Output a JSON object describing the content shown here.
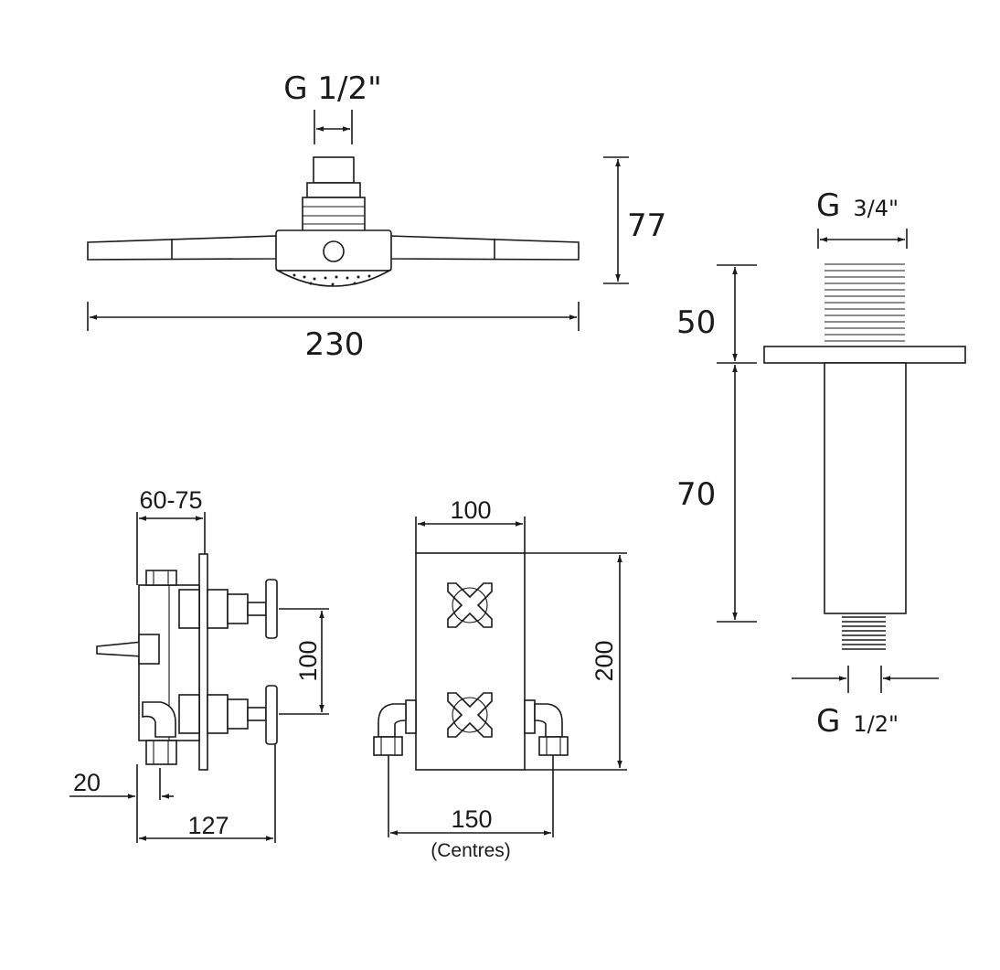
{
  "shower_head": {
    "inlet_thread": "G 1/2\"",
    "height": "77",
    "width": "230"
  },
  "shower_arm": {
    "top_thread_prefix": "G",
    "top_thread_size": "3/4\"",
    "thread_length": "50",
    "arm_length": "70",
    "bottom_thread_prefix": "G",
    "bottom_thread_size": "1/2\""
  },
  "valve_side": {
    "wall_depth": "60-75",
    "handle_spacing": "100",
    "offset": "20",
    "total_depth": "127"
  },
  "valve_front": {
    "plate_width": "100",
    "plate_height": "200",
    "inlet_centres": "150",
    "centres_note": "(Centres)"
  }
}
